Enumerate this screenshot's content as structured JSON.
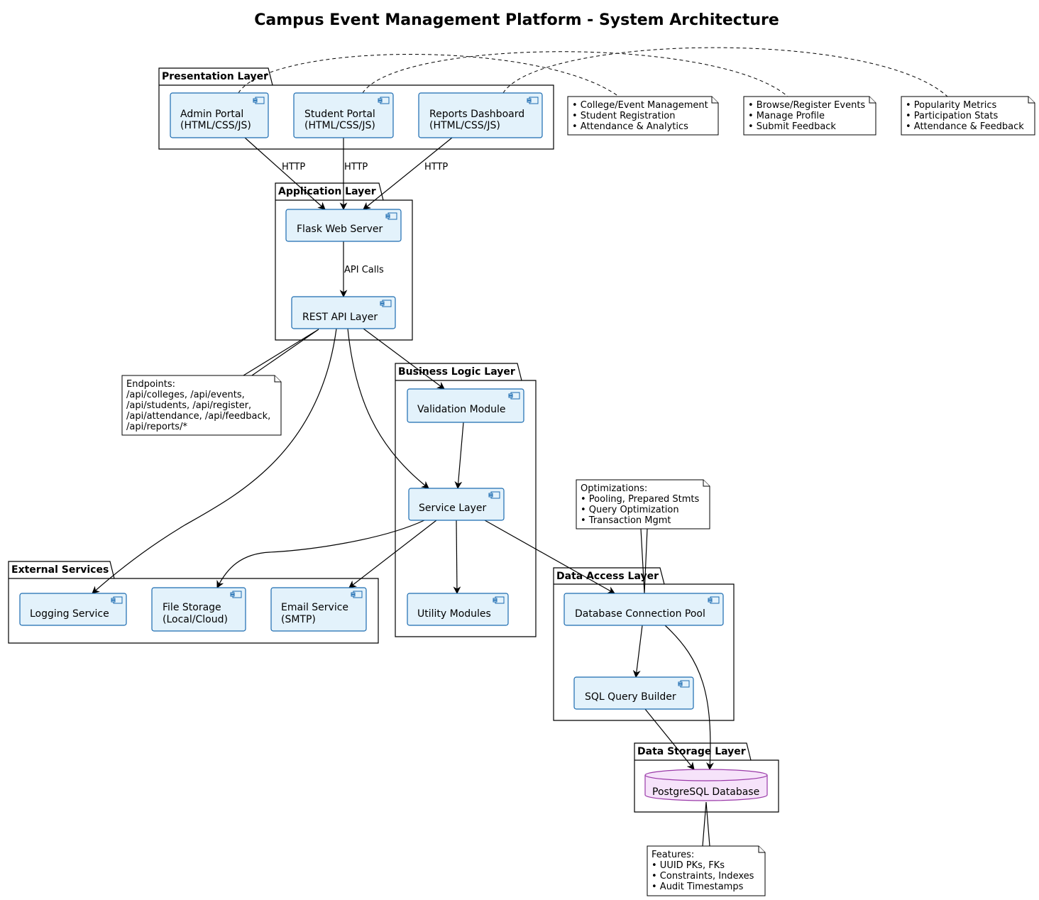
{
  "title": "Campus Event Management Platform - System Architecture",
  "packages": {
    "presentation": "Presentation Layer",
    "application": "Application Layer",
    "business": "Business Logic Layer",
    "external": "External Services",
    "data_access": "Data Access Layer",
    "data_storage": "Data Storage Layer"
  },
  "components": {
    "admin_portal": [
      "Admin Portal",
      "(HTML/CSS/JS)"
    ],
    "student_portal": [
      "Student Portal",
      "(HTML/CSS/JS)"
    ],
    "reports_dashboard": [
      "Reports Dashboard",
      "(HTML/CSS/JS)"
    ],
    "flask_server": [
      "Flask Web Server"
    ],
    "rest_api": [
      "REST API Layer"
    ],
    "validation": [
      "Validation Module"
    ],
    "service_layer": [
      "Service Layer"
    ],
    "utility": [
      "Utility Modules"
    ],
    "logging": [
      "Logging Service"
    ],
    "file_storage": [
      "File Storage",
      "(Local/Cloud)"
    ],
    "email": [
      "Email Service",
      "(SMTP)"
    ],
    "db_pool": [
      "Database Connection Pool"
    ],
    "sql_builder": [
      "SQL Query Builder"
    ],
    "postgres": [
      "PostgreSQL Database"
    ]
  },
  "edge_labels": {
    "admin_http": "HTTP",
    "student_http": "HTTP",
    "reports_http": "HTTP",
    "api_calls": "API Calls"
  },
  "notes": {
    "admin": [
      "• College/Event Management",
      "• Student Registration",
      "• Attendance & Analytics"
    ],
    "student": [
      "• Browse/Register Events",
      "• Manage Profile",
      "• Submit Feedback"
    ],
    "reports": [
      "• Popularity Metrics",
      "• Participation Stats",
      "• Attendance & Feedback"
    ],
    "endpoints": [
      "Endpoints:",
      "/api/colleges, /api/events,",
      "/api/students, /api/register,",
      "/api/attendance, /api/feedback,",
      "/api/reports/*"
    ],
    "optimizations": [
      "Optimizations:",
      "• Pooling, Prepared Stmts",
      "• Query Optimization",
      "• Transaction Mgmt"
    ],
    "features": [
      "Features:",
      "• UUID PKs, FKs",
      "• Constraints, Indexes",
      "• Audit Timestamps"
    ]
  },
  "colors": {
    "component_fill": "#e3f2fb",
    "component_border": "#1b6bb0",
    "database_fill": "#f6e3fa",
    "database_border": "#9a3aa8"
  },
  "icons": {
    "component": "uml-component-icon",
    "database": "database-cylinder-icon"
  }
}
